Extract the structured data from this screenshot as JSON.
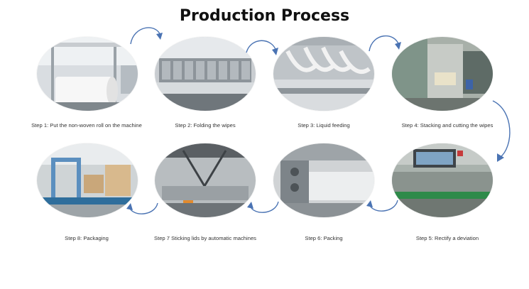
{
  "title": "Production Process",
  "arrow_color": "#4a73b3",
  "steps": [
    {
      "label": "Step 1: Put the non-woven roll on the machine"
    },
    {
      "label": "Step 2: Folding the wipes"
    },
    {
      "label": "Step 3: Liquid feeding"
    },
    {
      "label": "Step 4: Stacking and cutting the wipes"
    },
    {
      "label": "Step 5: Rectify a deviation"
    },
    {
      "label": "Step 6: Packing"
    },
    {
      "label": "Step 7 Sticking lids by automatic machines"
    },
    {
      "label": "Step 8: Packaging"
    }
  ]
}
